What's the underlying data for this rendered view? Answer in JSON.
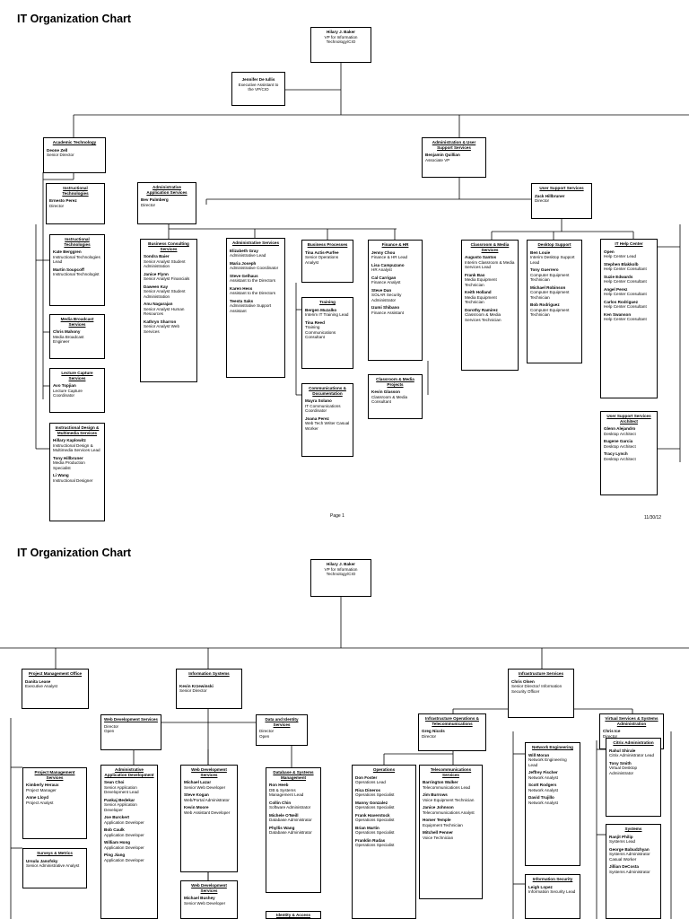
{
  "page1": {
    "title": "IT Organization Chart",
    "footer_page": "Page 1",
    "footer_date": "11/30/12",
    "vp": {
      "name": "Hilary J. Baker",
      "role": "VP for Information Technology/CIO"
    },
    "assistant": {
      "name": "Jennifer De Iullis",
      "role": "Executive Assistant to the VP/CIO"
    },
    "academic_tech": {
      "title": "Academic Technology",
      "name": "Deone Zell",
      "role": "Senior Director"
    },
    "instr_tech": {
      "title": "Instructional Technologies",
      "name": "Ernesto Perez",
      "role": "Director"
    },
    "instr_tech_sub": {
      "title": "Instructional Technologies",
      "people": [
        {
          "name": "Kate Berggren",
          "role": "Instructional Technologies Lead"
        },
        {
          "name": "Martin Soupcoff",
          "role": "Instructional Technologist"
        }
      ]
    },
    "media_broadcast": {
      "title": "Media Broadcast Services",
      "people": [
        {
          "name": "Chris Mahony",
          "role": "Media Broadcast Engineer"
        }
      ]
    },
    "lecture_capture": {
      "title": "Lecture Capture Services",
      "people": [
        {
          "name": "Avo Topjian",
          "role": "Lecture Capture Coordinator"
        }
      ]
    },
    "instr_design": {
      "title": "Instructional Design & Multimedia Services",
      "people": [
        {
          "name": "Hillary Kaplowitz",
          "role": "Instructional Design & Multimedia Services Lead"
        },
        {
          "name": "Tony Hillbruner",
          "role": "Media Production Specialist"
        },
        {
          "name": "Li Wang",
          "role": "Instructional Designer"
        }
      ]
    },
    "admin_user_support": {
      "title": "Administration & User Support Services",
      "name": "Benjamin Quillian",
      "role": "Associate VP"
    },
    "admin_app": {
      "title": "Administrative Application Services",
      "name": "Bev Palmberg",
      "role": "Director"
    },
    "user_support": {
      "title": "User Support Services",
      "name": "Zack Hillbruner",
      "role": "Director"
    },
    "business_consulting": {
      "title": "Business Consulting Services",
      "people": [
        {
          "name": "Sondra Baier",
          "role": "Senior Analyst Student Administration"
        },
        {
          "name": "Janice Flynn",
          "role": "Senior Analyst Financials"
        },
        {
          "name": "Daween Kay",
          "role": "Senior Analyst Student Administration"
        },
        {
          "name": "Anu Nagarajan",
          "role": "Senior Analyst Human Resources"
        },
        {
          "name": "Kathryn Sharron",
          "role": "Senior Analyst Web Services"
        }
      ]
    },
    "administrative_services": {
      "title": "Administrative Services",
      "people": [
        {
          "name": "Elizabeth Gray",
          "role": "Administrative Lead"
        },
        {
          "name": "Maria Joseph",
          "role": "Administrative Coordinator"
        },
        {
          "name": "Steve Gelhaus",
          "role": "Assistant to the Directors"
        },
        {
          "name": "Karen Hess",
          "role": "Assistant to the Directors"
        },
        {
          "name": "Teesta Saks",
          "role": "Administrative Support Assistant"
        }
      ]
    },
    "business_processes": {
      "title": "Business Processes",
      "people": [
        {
          "name": "Tina Actis-Purfee",
          "role": "Senior Operations Analyst"
        }
      ]
    },
    "training": {
      "title": "Training",
      "people": [
        {
          "name": "Bergen Muzalko",
          "role": "Interim IT Training Lead"
        },
        {
          "name": "Tina Reed",
          "role": "Training Communications Consultant"
        }
      ]
    },
    "communications": {
      "title": "Communications & Documentation",
      "people": [
        {
          "name": "Mayra Solano",
          "role": "IT Communications Coordinator"
        },
        {
          "name": "Joana Perez",
          "role": "Web Tech Writer Casual Worker"
        }
      ]
    },
    "finance_hr": {
      "title": "Finance & HR",
      "people": [
        {
          "name": "Jenny Chou",
          "role": "Finance & HR Lead"
        },
        {
          "name": "Lisa Campuzano",
          "role": "HR Analyst"
        },
        {
          "name": "Cal Carrigan",
          "role": "Finance Analyst"
        },
        {
          "name": "Steve Dan",
          "role": "SOLAR Security Administrator"
        },
        {
          "name": "Izumi Shibano",
          "role": "Finance Assistant"
        }
      ]
    },
    "classroom_projects": {
      "title": "Classroom & Media Projects",
      "people": [
        {
          "name": "Kevin Glasson",
          "role": "Classroom & Media Consultant"
        }
      ]
    },
    "classroom_media": {
      "title": "Classroom & Media Services",
      "people": [
        {
          "name": "Augusto Santos",
          "role": "Interim Classroom & Media Services Lead"
        },
        {
          "name": "Frank Bao",
          "role": "Media Equipment Technician"
        },
        {
          "name": "Keith Holland",
          "role": "Media Equipment Technician"
        },
        {
          "name": "Dorothy Ramirez",
          "role": "Classroom & Media Services Technician"
        }
      ]
    },
    "desktop_support": {
      "title": "Desktop Support",
      "people": [
        {
          "name": "Ben Louie",
          "role": "Interim Desktop Support Lead"
        },
        {
          "name": "Tony Guerrero",
          "role": "Computer Equipment Technician"
        },
        {
          "name": "Michael Robinson",
          "role": "Computer Equipment Technician"
        },
        {
          "name": "Bob Rodriguez",
          "role": "Computer Equipment Technician"
        }
      ]
    },
    "help_center": {
      "title": "IT Help Center",
      "people": [
        {
          "name": "Open",
          "role": "Help Center Lead"
        },
        {
          "name": "Stephen Blakkolb",
          "role": "Help Center Consultant"
        },
        {
          "name": "Suzie Edwards",
          "role": "Help Center Consultant"
        },
        {
          "name": "Angel Perez",
          "role": "Help Center Consultant"
        },
        {
          "name": "Carlos Rodriguez",
          "role": "Help Center Consultant"
        },
        {
          "name": "Ken Swanson",
          "role": "Help Center Consultant"
        }
      ]
    },
    "user_support_arch": {
      "title": "User Support Services Architect",
      "people": [
        {
          "name": "Glenn Alejandro",
          "role": "Desktop Architect"
        },
        {
          "name": "Eugene Garcia",
          "role": "Desktop Architect"
        },
        {
          "name": "Tracy Lynch",
          "role": "Desktop Architect"
        }
      ]
    }
  },
  "page2": {
    "title": "IT Organization Chart",
    "vp": {
      "name": "Hilary J. Baker",
      "role": "VP for Information Technology/CIO"
    },
    "pmo": {
      "title": "Project Management Office",
      "name": "Danita Lease",
      "role": "Executive Analyst"
    },
    "info_systems": {
      "title": "Information Systems",
      "name": "Kevin Krzewinski",
      "role": "Senior Director"
    },
    "infrastructure": {
      "title": "Infrastructure Services",
      "name": "Chris Olsen",
      "role": "Senior Director/ Information Security Officer"
    },
    "web_dev": {
      "title": "Web Development Services",
      "line1": "Director",
      "line2": "Open"
    },
    "data_identity": {
      "title": "Data and Identity Services",
      "line1": "Director",
      "line2": "Open"
    },
    "infra_ops": {
      "title": "Infrastructure Operations & Telecommunications",
      "name": "Greg Nicols",
      "role": "Director"
    },
    "virtual_services": {
      "title": "Virtual Services & Systems Administration",
      "name": "Chris Ice",
      "role": "Director"
    },
    "project_mgmt": {
      "title": "Project Management Services",
      "people": [
        {
          "name": "Kimberly Heraux",
          "role": "Project Manager"
        },
        {
          "name": "Anne Lloyd",
          "role": "Project Analyst"
        }
      ]
    },
    "surveys": {
      "title": "Surveys & Metrics",
      "people": [
        {
          "name": "Ursula Janofsky",
          "role": "Senior Administrative Analyst"
        }
      ]
    },
    "admin_app_dev": {
      "title": "Administrative Application Development",
      "people": [
        {
          "name": "Sean Choi",
          "role": "Senior Application Development Lead"
        },
        {
          "name": "Pankaj Bedekar",
          "role": "Senior Application Developer"
        },
        {
          "name": "Joe Burckert",
          "role": "Application Developer"
        },
        {
          "name": "Bob Caulk",
          "role": "Application Developer"
        },
        {
          "name": "William Hong",
          "role": "Application Developer"
        },
        {
          "name": "Ping Jiang",
          "role": "Application Developer"
        }
      ]
    },
    "web_dev_services": {
      "title": "Web Development Services",
      "people": [
        {
          "name": "Michael Lazar",
          "role": "Senior Web Developer"
        },
        {
          "name": "Steve Kogan",
          "role": "Web/Portal Administrator"
        },
        {
          "name": "Kevin Moore",
          "role": "Web Assistant Developer"
        }
      ]
    },
    "web_dev_services2": {
      "title": "Web Development Services",
      "people": [
        {
          "name": "Michael Bushey",
          "role": "Senior Web Developer"
        }
      ]
    },
    "identity_access": {
      "title": "Identity & Access"
    },
    "database_mgmt": {
      "title": "Database & Systems Management",
      "people": [
        {
          "name": "Ron Heeb",
          "role": "DB & Systems Management Lead"
        },
        {
          "name": "Collin Chin",
          "role": "Software Administrator"
        },
        {
          "name": "Michele O'Neill",
          "role": "Database Administrator"
        },
        {
          "name": "Phyllis Wang",
          "role": "Database Administrator"
        }
      ]
    },
    "operations": {
      "title": "Operations",
      "people": [
        {
          "name": "Don Foster",
          "role": "Operations Lead"
        },
        {
          "name": "Rica Dineros",
          "role": "Operations Specialist"
        },
        {
          "name": "Manny Gonzalez",
          "role": "Operations Specialist"
        },
        {
          "name": "Frank Haverstock",
          "role": "Operations Specialist"
        },
        {
          "name": "Brian Martin",
          "role": "Operations Specialist"
        },
        {
          "name": "Franklin Rudas",
          "role": "Operations Specialist"
        }
      ]
    },
    "telecom": {
      "title": "Telecommunications Services",
      "people": [
        {
          "name": "Barrington Walker",
          "role": "Telecommunications Lead"
        },
        {
          "name": "Jim Burrows",
          "role": "Voice Equipment Technician"
        },
        {
          "name": "Janice Johnson",
          "role": "Telecommunications Analyst"
        },
        {
          "name": "Homer Temple",
          "role": "Equipment Technician"
        },
        {
          "name": "Mitchell Penner",
          "role": "Voice Technician"
        }
      ]
    },
    "network_eng": {
      "title": "Network Engineering",
      "people": [
        {
          "name": "Will Moran",
          "role": "Network Engineering Lead"
        },
        {
          "name": "Jeffrey Fischer",
          "role": "Network Analyst"
        },
        {
          "name": "Scott Rodgers",
          "role": "Network Analyst"
        },
        {
          "name": "David Trujillo",
          "role": "Network Analyst"
        }
      ]
    },
    "info_security": {
      "title": "Information Security",
      "people": [
        {
          "name": "Leigh Lopez",
          "role": "Information Security Lead"
        }
      ]
    },
    "citrix": {
      "title": "Citrix Administration",
      "people": [
        {
          "name": "Rahul Shirale",
          "role": "Citrix Administrator Lead"
        },
        {
          "name": "Tony Smith",
          "role": "Virtual Desktop Administrator"
        }
      ]
    },
    "systems": {
      "title": "Systems",
      "people": [
        {
          "name": "Ranjit Philip",
          "role": "Systems Lead"
        },
        {
          "name": "George Babudzhyan",
          "role": "Systems Administrator Casual Worker"
        },
        {
          "name": "Jillian DeCosta",
          "role": "Systems Administrator"
        }
      ]
    }
  }
}
